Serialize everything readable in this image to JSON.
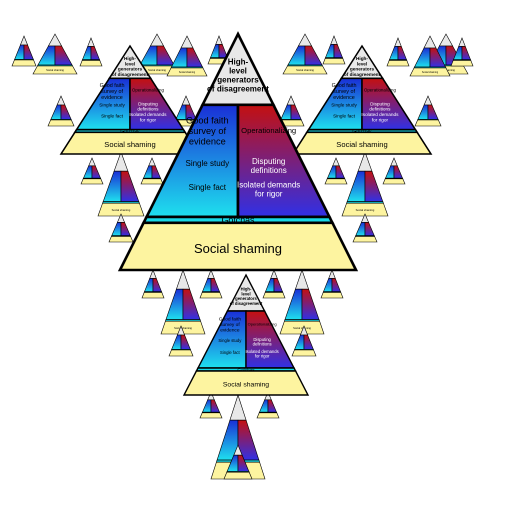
{
  "pyramid": {
    "labels": {
      "top": "High-level generators of disagreement",
      "good_faith": "Good faith survey of evidence",
      "operationalizing": "Operationalizing",
      "single_study": "Single study",
      "disputing": "Disputing definitions",
      "single_fact": "Single fact",
      "isolated": "Isolated demands for rigor",
      "gotchas": "Gotchas",
      "shaming": "Social shaming"
    },
    "colors": {
      "top": "#e8e8e8",
      "blue_dark": "#1a2fd6",
      "blue_light": "#1ee0ee",
      "red_dark": "#c41010",
      "red_light": "#3030e6",
      "gotchas": "#18d8e6",
      "shaming": "#fdf4a0",
      "outline": "#000000"
    }
  }
}
